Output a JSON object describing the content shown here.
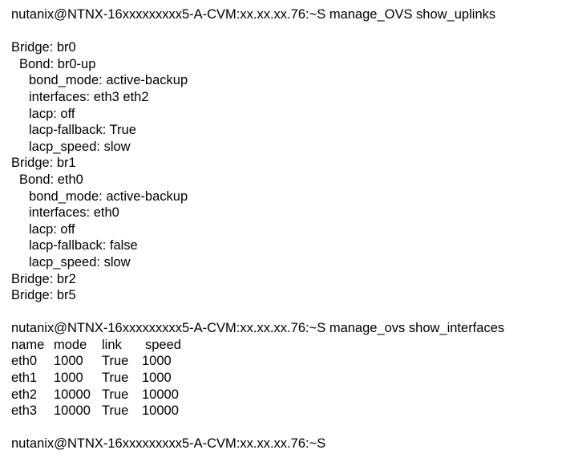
{
  "prompt": "nutanix@NTNX-16xxxxxxxxx5-A-CVM:xx.xx.xx.76:~S",
  "commands": {
    "show_uplinks": "manage_OVS show_uplinks",
    "show_interfaces": "manage_ovs show_interfaces"
  },
  "uplinks": {
    "br0": {
      "bridge": "Bridge: br0",
      "bond": "Bond: br0-up",
      "bond_mode": "bond_mode: active-backup",
      "interfaces": "interfaces: eth3 eth2",
      "lacp": "lacp: off",
      "lacp_fallback": "lacp-fallback: True",
      "lacp_speed": "lacp_speed: slow"
    },
    "br1": {
      "bridge": "Bridge: br1",
      "bond": "Bond: eth0",
      "bond_mode": "bond_mode: active-backup",
      "interfaces": "interfaces: eth0",
      "lacp": "lacp: off",
      "lacp_fallback": "lacp-fallback: false",
      "lacp_speed": "lacp_speed: slow"
    },
    "br2": {
      "bridge": "Bridge: br2"
    },
    "br5": {
      "bridge": "Bridge: br5"
    }
  },
  "interfaces_table": {
    "headers": [
      "name",
      "mode",
      "link",
      "speed"
    ],
    "rows": [
      [
        "eth0",
        "1000",
        "True",
        "1000"
      ],
      [
        "eth1",
        "1000",
        "True",
        "1000"
      ],
      [
        "eth2",
        "10000",
        "True",
        "10000"
      ],
      [
        "eth3",
        "10000",
        "True",
        "10000"
      ]
    ]
  }
}
